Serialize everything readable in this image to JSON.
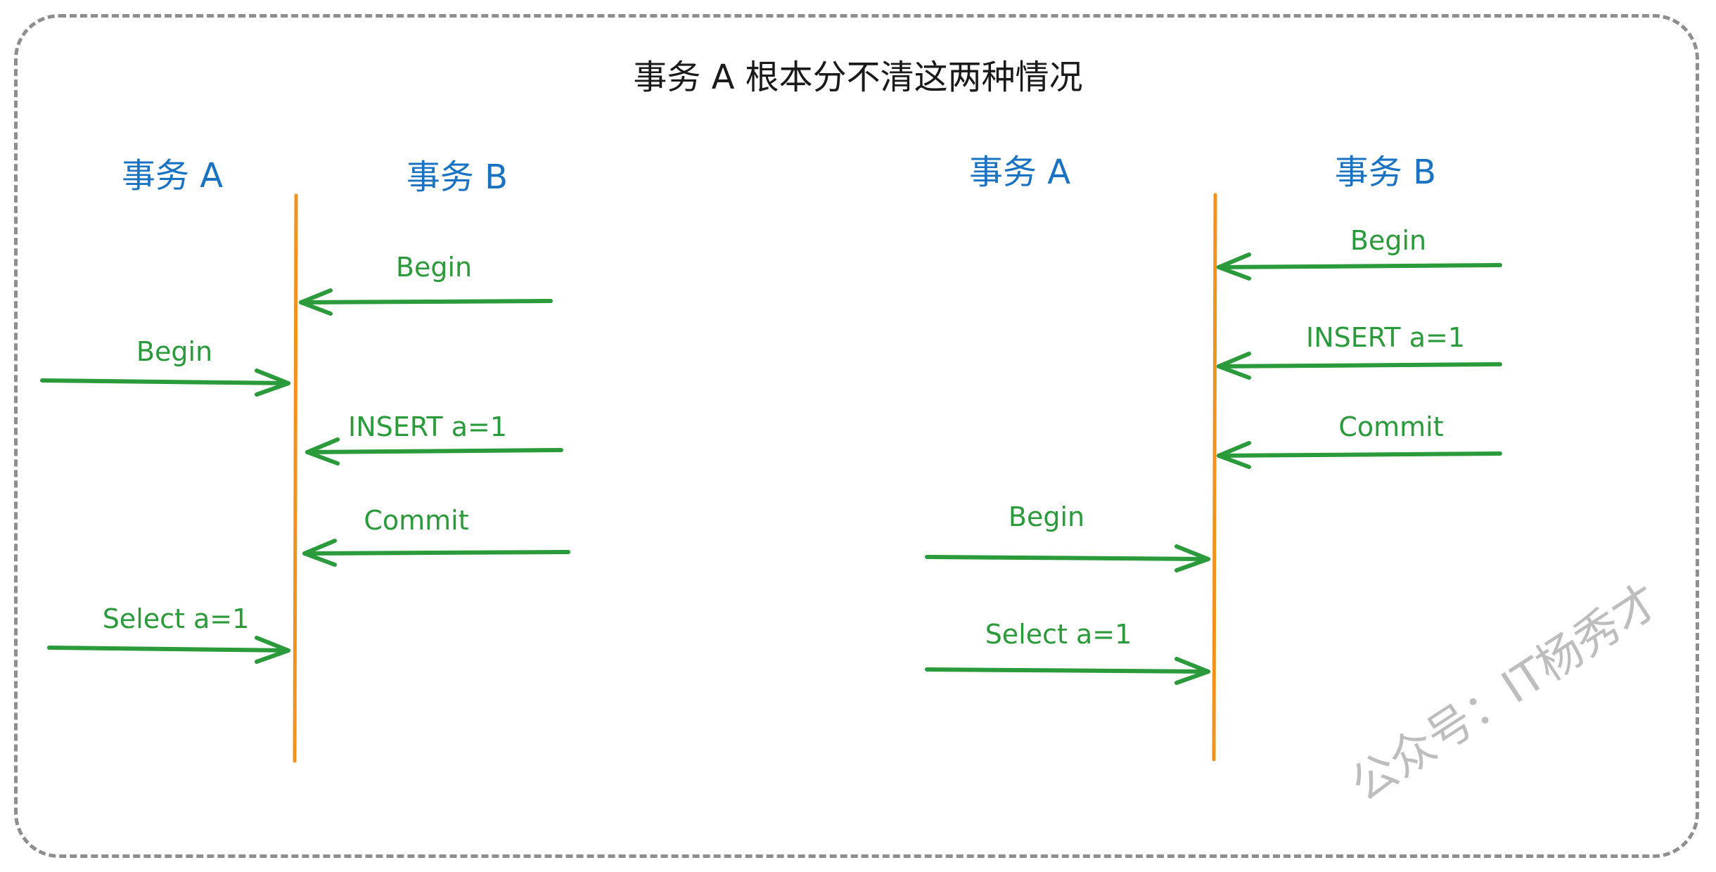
{
  "title": "事务 A 根本分不清这两种情况",
  "left": {
    "header_a": "事务 A",
    "header_b": "事务 B",
    "b_begin": "Begin",
    "a_begin": "Begin",
    "b_insert": "INSERT a=1",
    "b_commit": "Commit",
    "a_select": "Select a=1"
  },
  "right": {
    "header_a": "事务 A",
    "header_b": "事务 B",
    "b_begin": "Begin",
    "b_insert": "INSERT a=1",
    "b_commit": "Commit",
    "a_begin": "Begin",
    "a_select": "Select a=1"
  },
  "watermark": "公众号：IT杨秀才",
  "colors": {
    "header": "#1a73c2",
    "arrow": "#2a9a3a",
    "timeline": "#f0921e",
    "frame": "#8e8e8e"
  }
}
